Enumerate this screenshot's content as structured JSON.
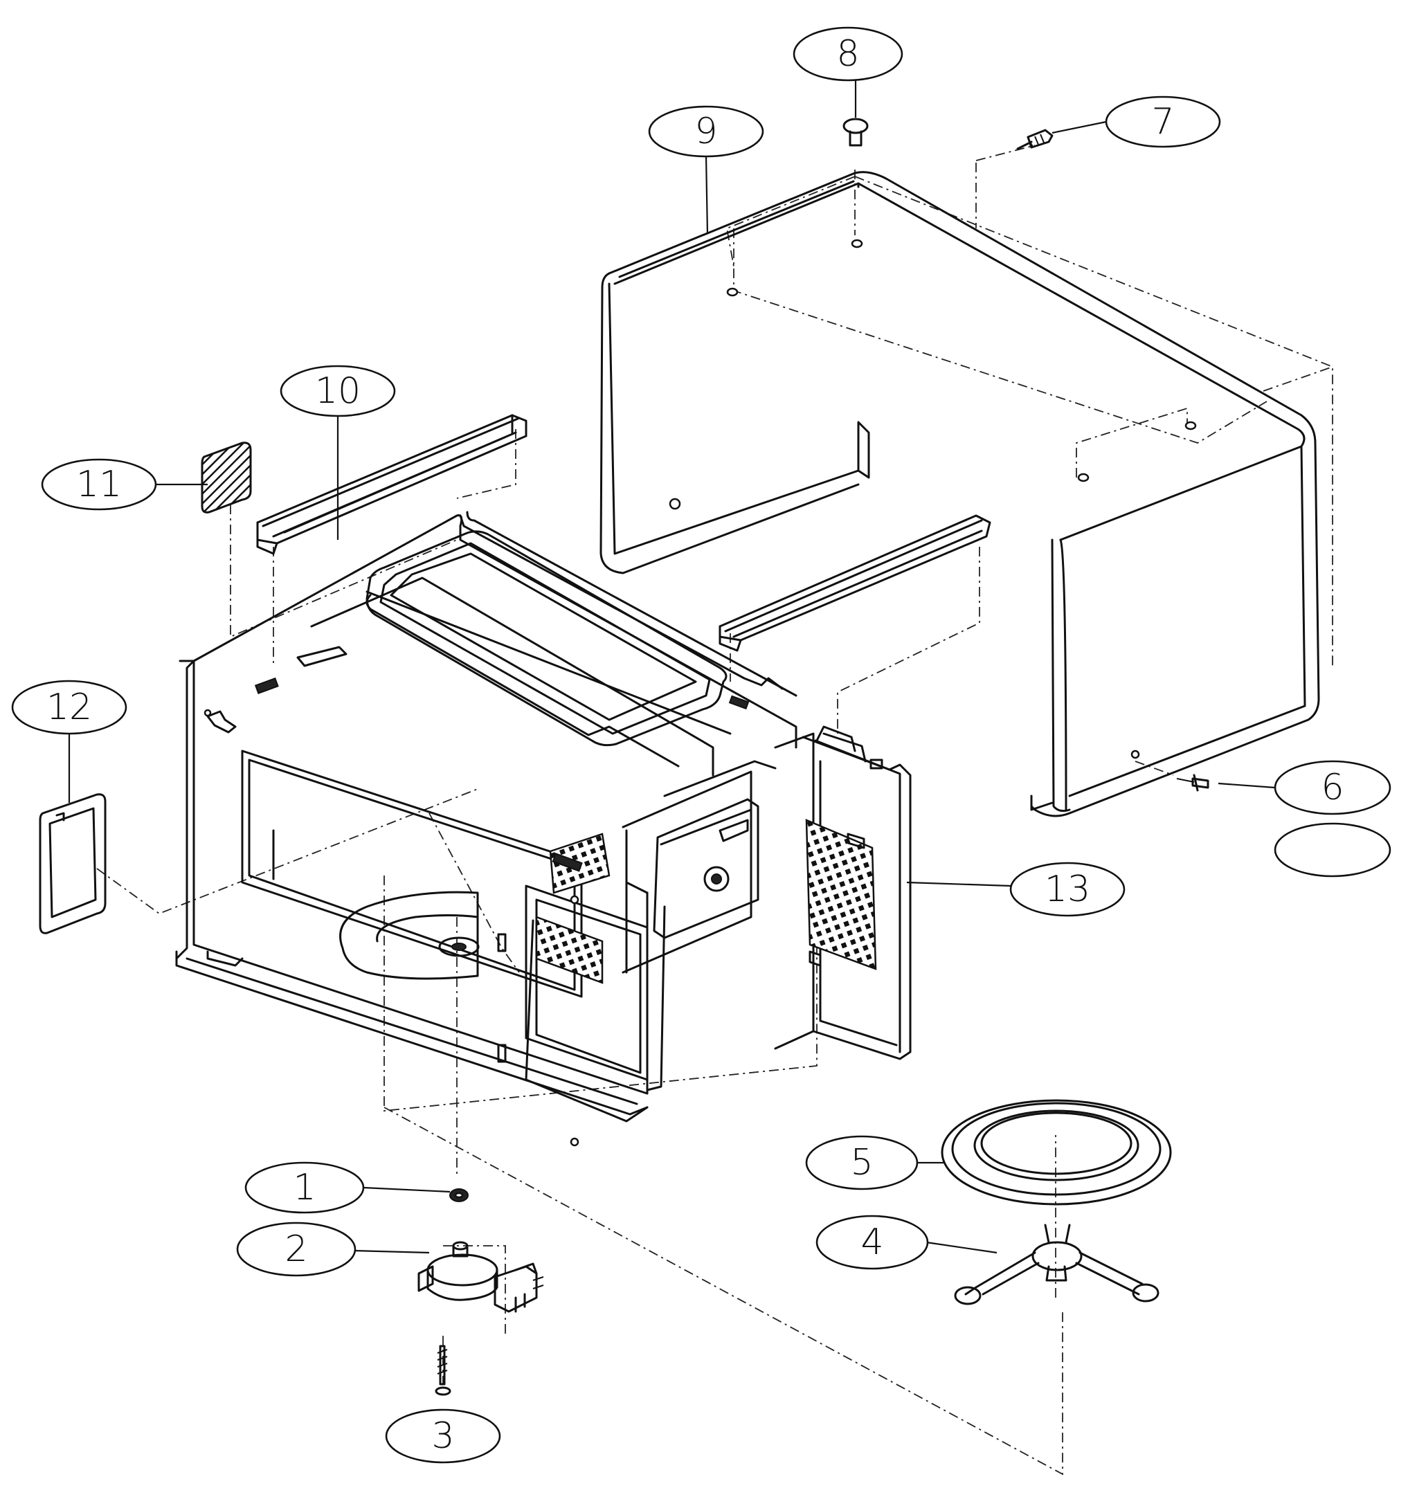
{
  "callouts": [
    {
      "id": "1",
      "label": "1"
    },
    {
      "id": "2",
      "label": "2"
    },
    {
      "id": "3",
      "label": "3"
    },
    {
      "id": "4",
      "label": "4"
    },
    {
      "id": "5",
      "label": "5"
    },
    {
      "id": "6",
      "label": "6"
    },
    {
      "id": "blank",
      "label": ""
    },
    {
      "id": "7",
      "label": "7"
    },
    {
      "id": "8",
      "label": "8"
    },
    {
      "id": "9",
      "label": "9"
    },
    {
      "id": "10",
      "label": "10"
    },
    {
      "id": "11",
      "label": "11"
    },
    {
      "id": "12",
      "label": "12"
    },
    {
      "id": "13",
      "label": "13"
    }
  ]
}
